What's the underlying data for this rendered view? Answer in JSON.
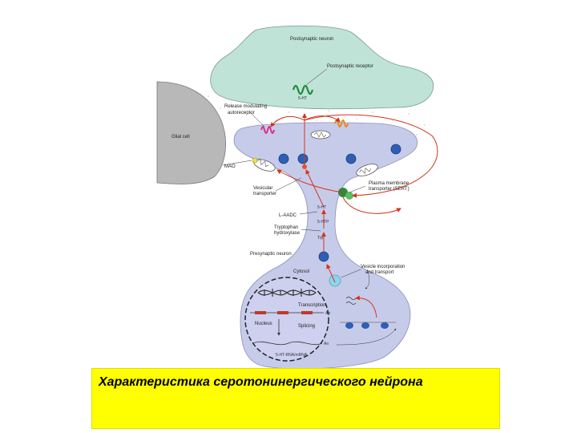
{
  "diagram": {
    "labels": {
      "postsynaptic_neuron": "Postsynaptic neuron",
      "postsynaptic_receptor": "Postsynaptic receptor",
      "five_ht_top": "5-HT",
      "release_modulating": "Release modulating",
      "autoreceptor": "autoreceptor",
      "glial_cell": "Glial cell",
      "mao": "MAO",
      "vesicular_transporter_1": "Vesicular",
      "vesicular_transporter_2": "transporter",
      "plasma_membrane_1": "Plasma membrane",
      "plasma_membrane_2": "transporter (SERT)",
      "l_aadc": "L-AADC",
      "five_ht_mid": "5-HT",
      "five_htp": "5-HTP",
      "trp_hydroxylase_1": "Tryptophan",
      "trp_hydroxylase_2": "hydroxylase",
      "trp": "Trp",
      "presynaptic_neuron": "Presynaptic neuron",
      "cytosol": "Cytosol",
      "vesicle_incorp_1": "Vesicle incorporation",
      "vesicle_incorp_2": "and transport",
      "transcription": "Transcription",
      "nucleus": "Nucleus",
      "splicing": "Splicing",
      "mrna": "5-HT-RNA/mRNA",
      "an1": "An",
      "an2": "An"
    }
  },
  "caption": {
    "text": "Характеристика серотонинергического нейрона"
  },
  "colors": {
    "postsynaptic": "#bfe3d6",
    "presynaptic": "#c7cbea",
    "glial": "#b8b8b8",
    "arrow_red": "#d2351c",
    "caption_bg": "#ffff00"
  }
}
